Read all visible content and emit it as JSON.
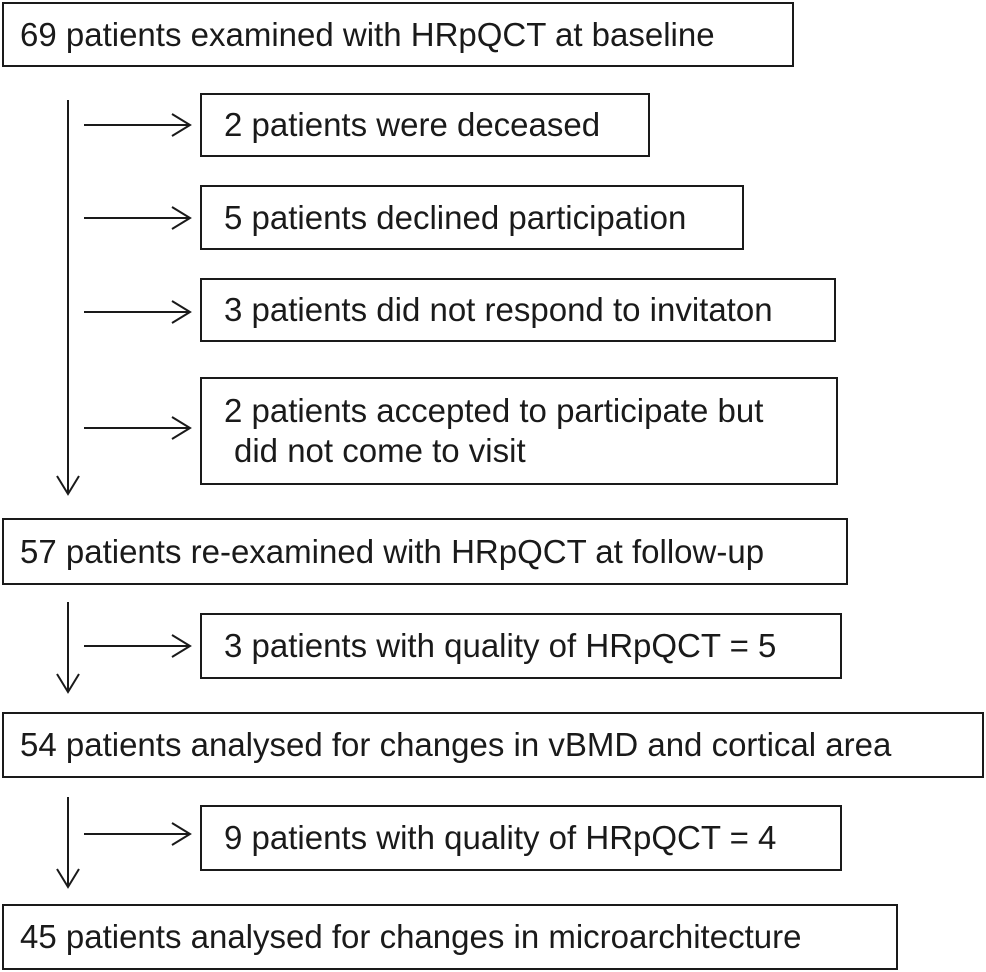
{
  "flow": {
    "baseline": "69 patients examined with HRpQCT at baseline",
    "excl_deceased": "2 patients were deceased",
    "excl_declined": "5 patients declined participation",
    "excl_no_response": "3 patients did not respond to invitaton",
    "excl_no_show_line1": "2 patients accepted to participate but",
    "excl_no_show_line2": "did not come to visit",
    "followup": "57 patients re-examined with HRpQCT at follow-up",
    "excl_quality5": "3 patients with quality of HRpQCT = 5",
    "analysed_vbmd": "54 patients analysed for changes in vBMD and cortical area",
    "excl_quality4": "9 patients with quality of HRpQCT = 4",
    "analysed_micro": "45 patients analysed for changes in microarchitecture"
  }
}
